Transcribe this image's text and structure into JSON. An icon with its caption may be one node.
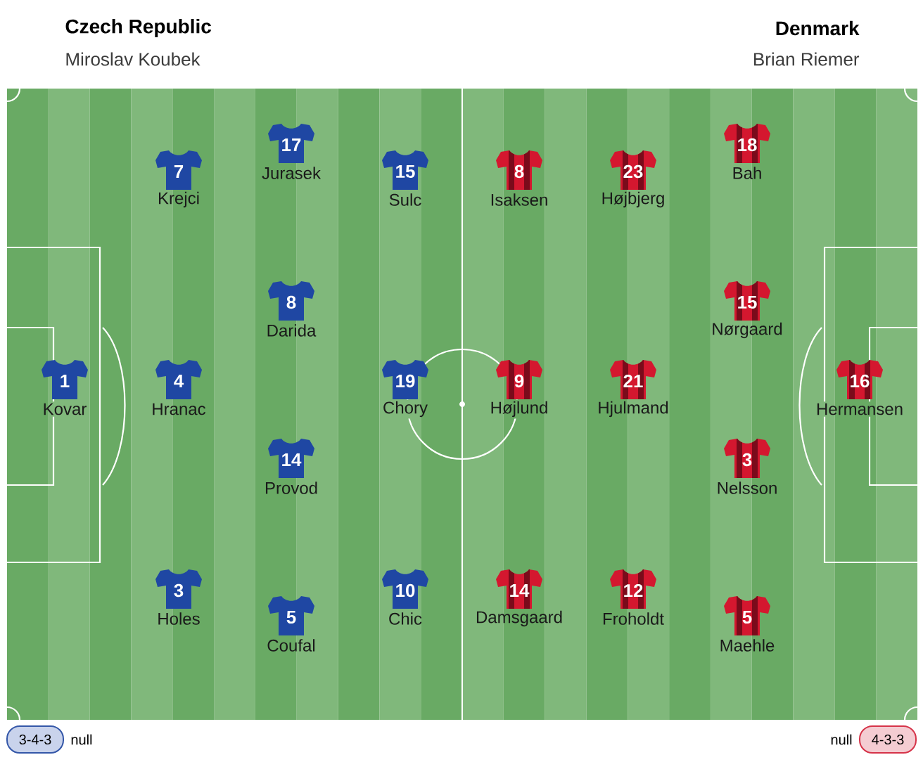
{
  "diagram": {
    "nodes": [
      {
        "text": [
          "1"
        ],
        "beside": [
          "Kovar"
        ]
      },
      {
        "text": [
          "7"
        ],
        "beside": [
          "Krejci"
        ]
      },
      {
        "text": [
          "4"
        ],
        "beside": [
          "Hranac"
        ]
      },
      {
        "text": [
          "3"
        ],
        "beside": [
          "Holes"
        ]
      },
      {
        "text": [
          "17"
        ],
        "beside": [
          "Jurasek"
        ]
      },
      {
        "text": [
          "8"
        ],
        "beside": [
          "Darida"
        ]
      },
      {
        "text": [
          "14"
        ],
        "beside": [
          "Provod"
        ]
      },
      {
        "text": [
          "5"
        ],
        "beside": [
          "Coufal"
        ]
      },
      {
        "text": [
          "15"
        ],
        "beside": [
          "Sulc"
        ]
      },
      {
        "text": [
          "19"
        ],
        "beside": [
          "Chory"
        ]
      },
      {
        "text": [
          "10"
        ],
        "beside": [
          "Chic"
        ]
      },
      {
        "text": [
          "16"
        ],
        "beside": [
          "Hermansen"
        ]
      },
      {
        "text": [
          "18"
        ],
        "beside": [
          "Bah"
        ]
      },
      {
        "text": [
          "15"
        ],
        "beside": [
          "Nørgaard"
        ]
      },
      {
        "text": [
          "3"
        ],
        "beside": [
          "Nelsson"
        ]
      },
      {
        "text": [
          "5"
        ],
        "beside": [
          "Maehle"
        ]
      },
      {
        "text": [
          "23"
        ],
        "beside": [
          "Højbjerg"
        ]
      },
      {
        "text": [
          "21"
        ],
        "beside": [
          "Hjulmand"
        ]
      },
      {
        "text": [
          "12"
        ],
        "beside": [
          "Froholdt"
        ]
      },
      {
        "text": [
          "8"
        ],
        "beside": [
          "Isaksen"
        ]
      },
      {
        "text": [
          "9"
        ],
        "beside": [
          "Højlund"
        ]
      },
      {
        "text": [
          "14"
        ],
        "beside": [
          "Damsgaard"
        ]
      },
      {
        "text": [
          "3-4-3"
        ],
        "beside": [
          "null"
        ]
      },
      {
        "text": [
          "4-3-3"
        ],
        "beside": [
          "null"
        ]
      }
    ],
    "labels": [
      "Czech Republic",
      "Denmark",
      "Miroslav Koubek",
      "Brian Riemer"
    ]
  }
}
